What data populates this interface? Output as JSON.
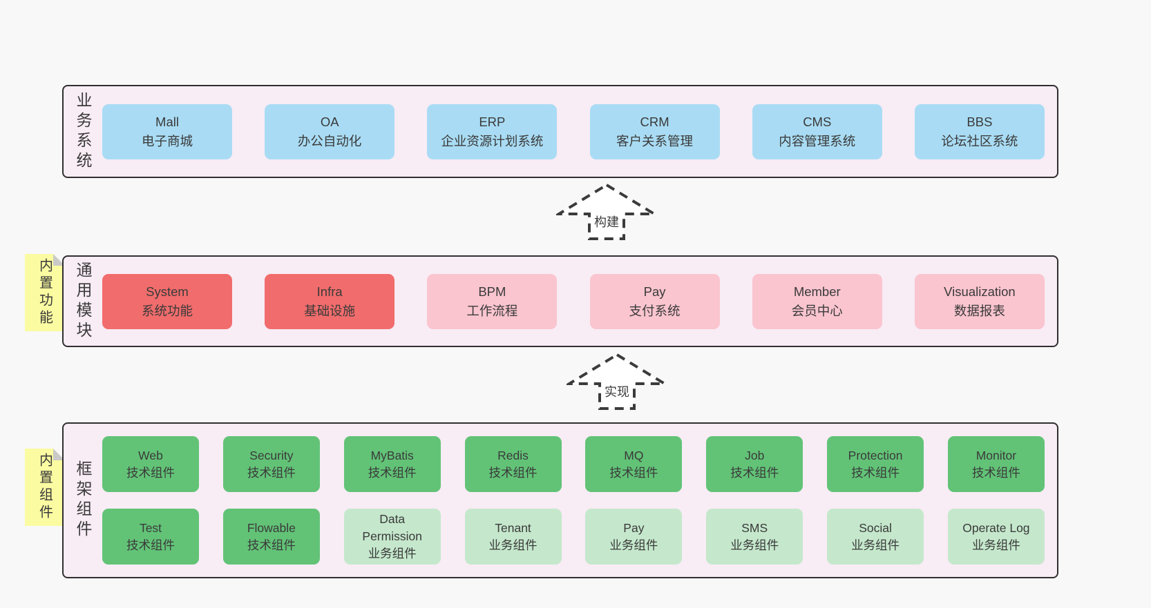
{
  "diagram": {
    "bands": [
      {
        "label": "业务系统",
        "boxes": [
          {
            "name": "Mall",
            "desc": "电子商城",
            "variant": "blue"
          },
          {
            "name": "OA",
            "desc": "办公自动化",
            "variant": "blue"
          },
          {
            "name": "ERP",
            "desc": "企业资源计划系统",
            "variant": "blue"
          },
          {
            "name": "CRM",
            "desc": "客户关系管理",
            "variant": "blue"
          },
          {
            "name": "CMS",
            "desc": "内容管理系统",
            "variant": "blue"
          },
          {
            "name": "BBS",
            "desc": "论坛社区系统",
            "variant": "blue"
          }
        ]
      },
      {
        "label": "通用模块",
        "note": "内置功能",
        "boxes": [
          {
            "name": "System",
            "desc": "系统功能",
            "variant": "red"
          },
          {
            "name": "Infra",
            "desc": "基础设施",
            "variant": "red"
          },
          {
            "name": "BPM",
            "desc": "工作流程",
            "variant": "pink"
          },
          {
            "name": "Pay",
            "desc": "支付系统",
            "variant": "pink"
          },
          {
            "name": "Member",
            "desc": "会员中心",
            "variant": "pink"
          },
          {
            "name": "Visualization",
            "desc": "数据报表",
            "variant": "pink"
          }
        ]
      },
      {
        "label": "框架组件",
        "note": "内置组件",
        "rows": [
          [
            {
              "name": "Web",
              "desc": "技术组件",
              "variant": "green"
            },
            {
              "name": "Security",
              "desc": "技术组件",
              "variant": "green"
            },
            {
              "name": "MyBatis",
              "desc": "技术组件",
              "variant": "green"
            },
            {
              "name": "Redis",
              "desc": "技术组件",
              "variant": "green"
            },
            {
              "name": "MQ",
              "desc": "技术组件",
              "variant": "green"
            },
            {
              "name": "Job",
              "desc": "技术组件",
              "variant": "green"
            },
            {
              "name": "Protection",
              "desc": "技术组件",
              "variant": "green"
            },
            {
              "name": "Monitor",
              "desc": "技术组件",
              "variant": "green"
            }
          ],
          [
            {
              "name": "Test",
              "desc": "技术组件",
              "variant": "green"
            },
            {
              "name": "Flowable",
              "desc": "技术组件",
              "variant": "green"
            },
            {
              "name": "Data Permission",
              "desc": "业务组件",
              "variant": "green-light"
            },
            {
              "name": "Tenant",
              "desc": "业务组件",
              "variant": "green-light"
            },
            {
              "name": "Pay",
              "desc": "业务组件",
              "variant": "green-light"
            },
            {
              "name": "SMS",
              "desc": "业务组件",
              "variant": "green-light"
            },
            {
              "name": "Social",
              "desc": "业务组件",
              "variant": "green-light"
            },
            {
              "name": "Operate Log",
              "desc": "业务组件",
              "variant": "green-light"
            }
          ]
        ]
      }
    ],
    "arrows": [
      {
        "label": "构建"
      },
      {
        "label": "实现"
      }
    ],
    "colors": {
      "page_bg": "#f8f8f8",
      "band_bg": "#f8ecf5",
      "border": "#2f2f2f",
      "text": "#3a3a3a",
      "dash": "#3b3b3b",
      "blue": "#a9dcf4",
      "red": "#f16c6c",
      "pink": "#fac5cf",
      "green": "#62c377",
      "green_light": "#c5e8cc",
      "note_yellow": "#fbfba2",
      "fold": "#c9c9c9"
    }
  }
}
